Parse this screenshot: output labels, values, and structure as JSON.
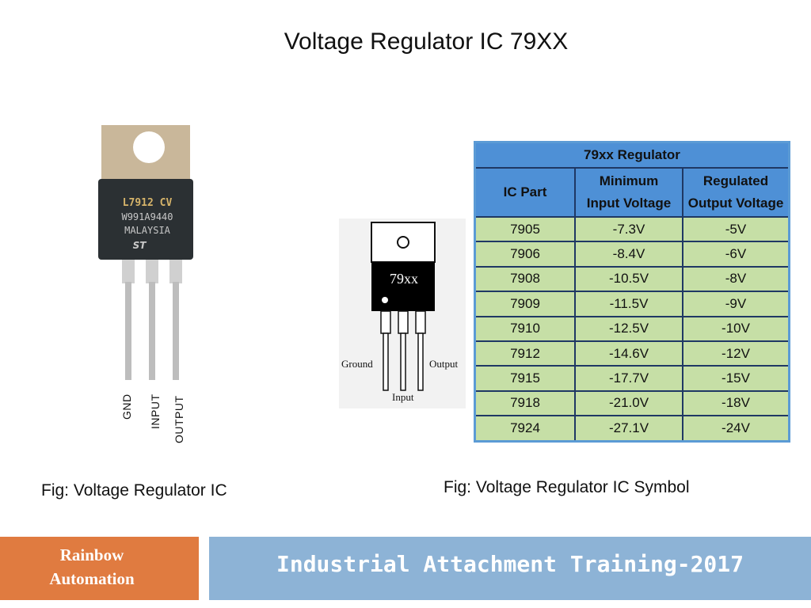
{
  "slide": {
    "title": "Voltage Regulator IC 79XX",
    "caption_ic": "Fig: Voltage Regulator IC",
    "caption_symbol": "Fig: Voltage Regulator IC Symbol"
  },
  "ic_photo": {
    "marking_line1": "L7912 CV",
    "marking_line2": "W991A9440",
    "marking_line3": "MALAYSIA",
    "logo": "ST",
    "pin_labels": [
      "GND",
      "INPUT",
      "OUTPUT"
    ]
  },
  "symbol": {
    "label": "79xx",
    "pin_ground": "Ground",
    "pin_input": "Input",
    "pin_output": "Output"
  },
  "table": {
    "title": "79xx Regulator",
    "headers": [
      "IC Part",
      "Minimum Input Voltage",
      "Regulated Output Voltage"
    ],
    "header_min_line1": "Minimum",
    "header_min_line2": "Input Voltage",
    "header_out_line1": "Regulated",
    "header_out_line2": "Output Voltage",
    "rows": [
      [
        "7905",
        "-7.3V",
        "-5V"
      ],
      [
        "7906",
        "-8.4V",
        "-6V"
      ],
      [
        "7908",
        "-10.5V",
        "-8V"
      ],
      [
        "7909",
        "-11.5V",
        "-9V"
      ],
      [
        "7910",
        "-12.5V",
        "-10V"
      ],
      [
        "7912",
        "-14.6V",
        "-12V"
      ],
      [
        "7915",
        "-17.7V",
        "-15V"
      ],
      [
        "7918",
        "-21.0V",
        "-18V"
      ],
      [
        "7924",
        "-27.1V",
        "-24V"
      ]
    ]
  },
  "footer": {
    "brand_line1": "Rainbow",
    "brand_line2": "Automation",
    "training": "Industrial Attachment Training-2017"
  },
  "colors": {
    "table_header": "#4e90d6",
    "table_body": "#c6dfa6",
    "footer_left": "#e07b40",
    "footer_right": "#8db3d6"
  }
}
